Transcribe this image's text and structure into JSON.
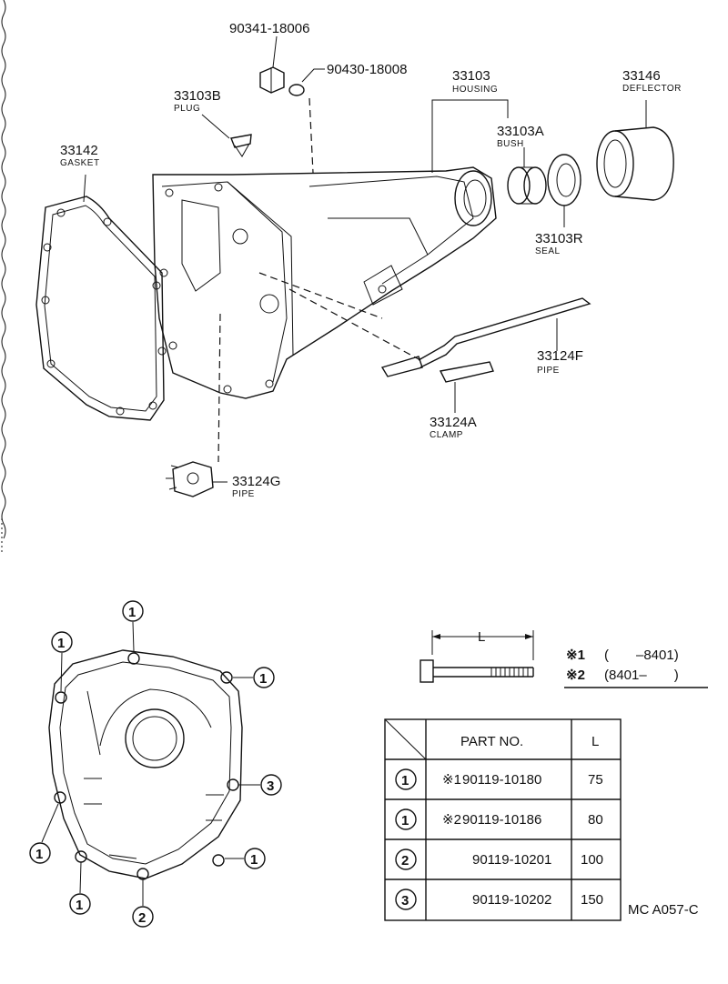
{
  "parts": {
    "drain_plug": {
      "number": "90341-18006"
    },
    "washer": {
      "number": "90430-18008"
    },
    "housing": {
      "number": "33103",
      "name": "HOUSING"
    },
    "deflector": {
      "number": "33146",
      "name": "DEFLECTOR"
    },
    "plug": {
      "number": "33103B",
      "name": "PLUG"
    },
    "bush": {
      "number": "33103A",
      "name": "BUSH"
    },
    "gasket": {
      "number": "33142",
      "name": "GASKET"
    },
    "seal": {
      "number": "33103R",
      "name": "SEAL"
    },
    "pipe_f": {
      "number": "33124F",
      "name": "PIPE"
    },
    "clamp": {
      "number": "33124A",
      "name": "CLAMP"
    },
    "pipe_g": {
      "number": "33124G",
      "name": "PIPE"
    }
  },
  "bolt": {
    "dimension_label": "L"
  },
  "notes": {
    "n1": {
      "mark": "※1",
      "range": "(　　–8401)"
    },
    "n2": {
      "mark": "※2",
      "range": "(8401–　　)"
    }
  },
  "table": {
    "col_part": "PART NO.",
    "col_length": "L",
    "rows": [
      {
        "key": "①",
        "mark": "※1",
        "part": "90119-10180",
        "length": "75"
      },
      {
        "key": "①",
        "mark": "※2",
        "part": "90119-10186",
        "length": "80"
      },
      {
        "key": "②",
        "mark": "",
        "part": "90119-10201",
        "length": "100"
      },
      {
        "key": "③",
        "mark": "",
        "part": "90119-10202",
        "length": "150"
      }
    ]
  },
  "bolt_keys": {
    "k1": "1",
    "k2": "2",
    "k3": "3"
  },
  "footer_code": "MC  A057-C"
}
